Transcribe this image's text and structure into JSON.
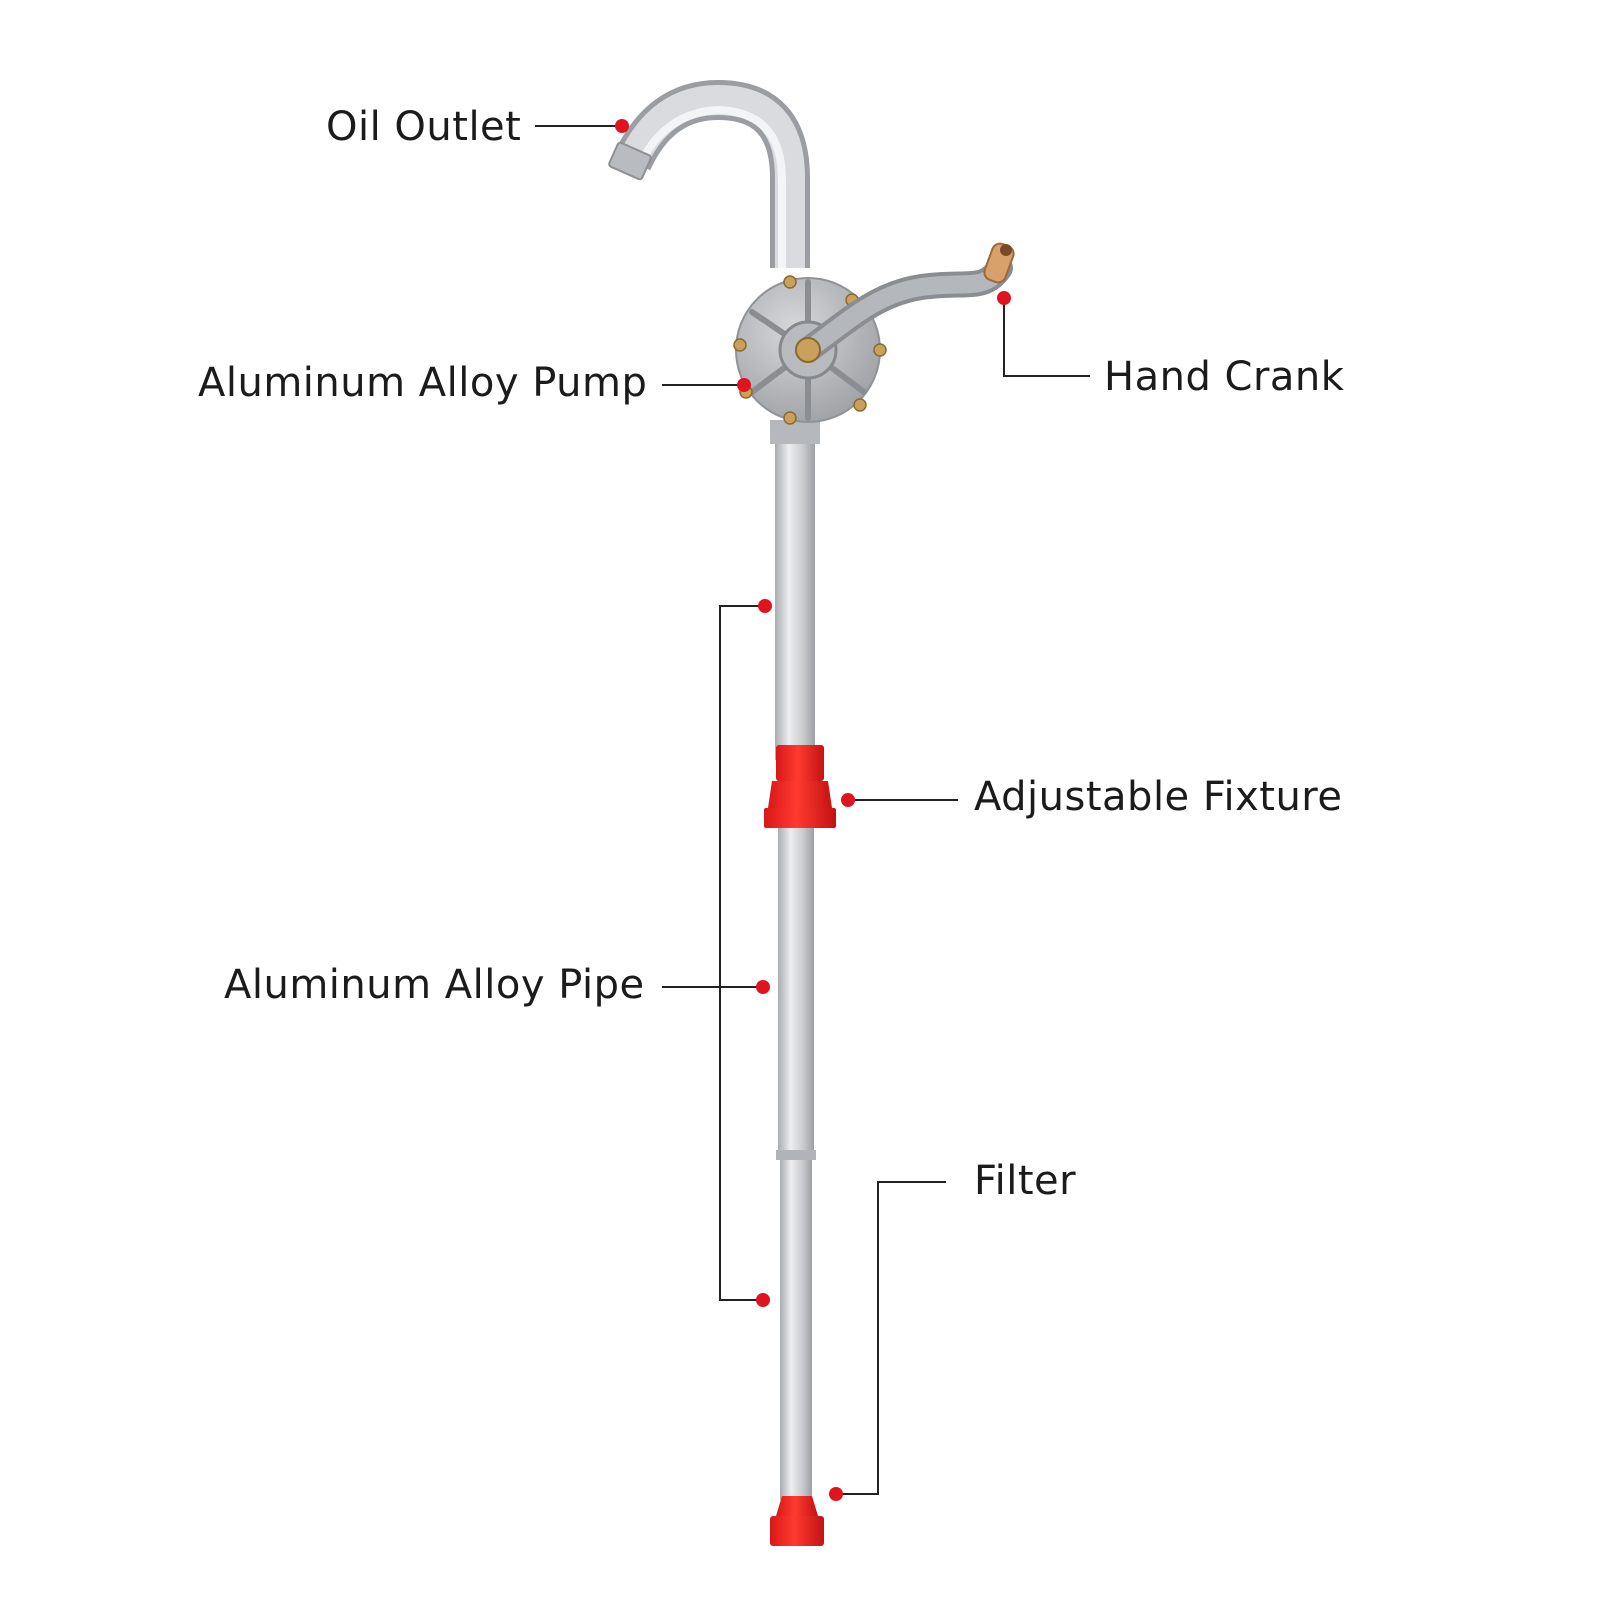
{
  "diagram": {
    "labels": {
      "oil_outlet": "Oil Outlet",
      "aluminum_alloy_pump": "Aluminum Alloy Pump",
      "hand_crank": "Hand Crank",
      "adjustable_fixture": "Adjustable Fixture",
      "aluminum_alloy_pipe": "Aluminum Alloy Pipe",
      "filter": "Filter"
    },
    "colors": {
      "callout_dot": "#e0141e",
      "callout_line": "#222222",
      "pipe_metal": "#c8cacd",
      "fixture_red": "#ee2020",
      "crank_grip": "#d8a06a",
      "bolt_brass": "#c9a15c"
    }
  }
}
